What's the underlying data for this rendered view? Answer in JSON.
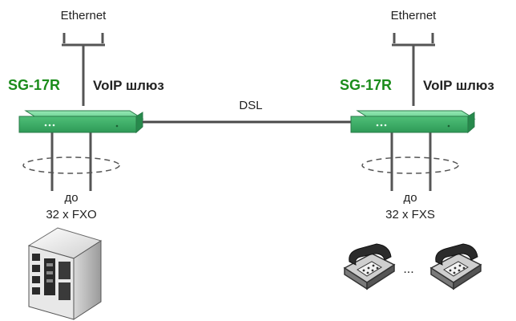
{
  "colors": {
    "brand_green": "#1b8c1b",
    "device_green": "#5fcf8a",
    "line_gray": "#4a4a4a"
  },
  "left_node": {
    "uplink_label": "Ethernet",
    "device_name": "SG-17R",
    "device_role": "VoIP шлюз",
    "ports_prefix": "до",
    "ports_count": "32 x FXO",
    "endpoint_icon": "pbx-server-icon"
  },
  "right_node": {
    "uplink_label": "Ethernet",
    "device_name": "SG-17R",
    "device_role": "VoIP шлюз",
    "ports_prefix": "до",
    "ports_count": "32 x FXS",
    "endpoint_icon": "telephone-icon",
    "ellipsis": "..."
  },
  "link_label": "DSL"
}
